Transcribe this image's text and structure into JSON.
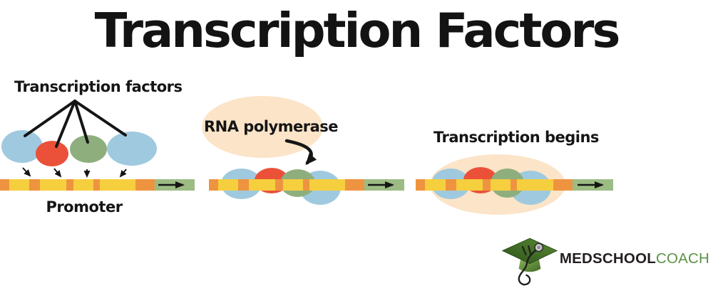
{
  "title": "Transcription Factors",
  "panels": [
    {
      "id": "factors-bind-promoter",
      "label": "Transcription factors",
      "sublabel": "Promoter"
    },
    {
      "id": "polymerase-recruited",
      "label": "RNA polymerase"
    },
    {
      "id": "transcription-begins",
      "label": "Transcription begins"
    }
  ],
  "dna_pattern": [
    {
      "color": "orange",
      "w": 4.8
    },
    {
      "color": "yellow",
      "w": 10.2
    },
    {
      "color": "orange",
      "w": 5.5
    },
    {
      "color": "yellow",
      "w": 13.6
    },
    {
      "color": "orange",
      "w": 3.7
    },
    {
      "color": "yellow",
      "w": 10.3
    },
    {
      "color": "orange",
      "w": 3.3
    },
    {
      "color": "yellow",
      "w": 18.3
    },
    {
      "color": "orange",
      "w": 9.8
    },
    {
      "color": "sage",
      "w": 20.5
    }
  ],
  "palette": {
    "transcription_factor_blue": "#9FC9DF",
    "transcription_factor_red": "#EA5138",
    "transcription_factor_green": "#8FAE7E",
    "dna_yellow": "#F6CF3E",
    "dna_orange": "#EE9440",
    "coding_region_green": "#9CBC84",
    "polymerase_peach": "#FBE4C8",
    "ink_black": "#1A1A1A",
    "logo_dark": "#231F20",
    "logo_green": "#5D9148",
    "cap_dark_green": "#2C511B",
    "cap_light_green": "#5C8C33"
  },
  "logo": {
    "brand_bold": "MEDSCHOOL",
    "brand_light": "COACH"
  },
  "icons": {
    "fan-pointer-lines": "black lines from label to factor blobs",
    "binding-arrow": "small black arrow pointing to DNA",
    "dna-direction-arrow": "black horizontal arrow in green coding segment",
    "curved-pointer-arrow": "curved black arrow from RNA polymerase bubble",
    "graduation-cap-icon": "green mortarboard",
    "stethoscope-icon": "black stethoscope draped on cap"
  }
}
